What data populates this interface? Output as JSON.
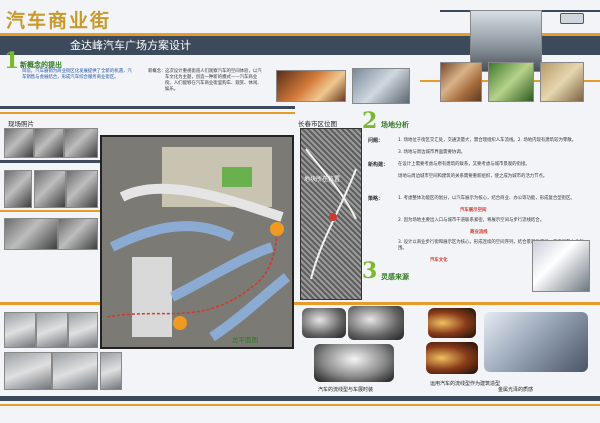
{
  "header": {
    "title": "汽车商业街",
    "subtitle": "金达峰汽车广场方案设计"
  },
  "section1": {
    "number": "1",
    "heading": "新概念的提出",
    "paragraph1": "目前，汽车展销为商业街区化发展提供了全新的机遇，汽车销售与会展结合，形成汽车综合服务商业街区。",
    "paragraph2_label": "新概念：",
    "paragraph2": "这次设计重视街道人们观察汽车的空间体验，以汽车文化为主题，创造一种新的模式——汽车商业街。人们能够在汽车商业街里购车、观赏、休闲、娱乐。"
  },
  "section2": {
    "number": "2",
    "heading": "场地分析",
    "problem_label": "问题：",
    "problem_text": "1. 场地位于街区交汇处，交通流量大，需合理组织人车流线。2. 场地内现有建筑较为零散。",
    "problem_text2": "3. 场地与周边城市界面需要协调。",
    "new_label": "新构建：",
    "new_text": "在设计上需要考虑与原有建筑的联系，又要考虑与城市景观的衔接。",
    "new_text2": "场地与周边城市空间和建筑的关系需要重新组织，使之成为城市的活力节点。",
    "strategy_label": "策略：",
    "strategy_1": "1. 考虑整体功能区的划分，以汽车展示为核心，结合商业、办公等功能，形成复合型街区。",
    "strategy_1_highlight": "汽车展示空间",
    "strategy_2": "2. 因为场地主要出入口与城市干道联系紧密，将展示空间与步行流线结合。",
    "strategy_2_highlight": "商业流线",
    "strategy_3": "3. 设计以商业步行街和展示区为核心，形成连续的空间序列，结合景观与广场，营造汽车文化氛围。",
    "strategy_3_highlight": "汽车文化"
  },
  "section3": {
    "number": "3",
    "heading": "灵感来源"
  },
  "labels": {
    "site_photos": "现场照片",
    "district_map": "长春市区位图",
    "location_marker": "地块所在位置",
    "master_plan": "总平面图",
    "caption_a": "汽车的流线型与车展时装",
    "caption_b": "运用汽车的流线型作为建筑造型",
    "caption_c": "金属光泽的质感"
  },
  "colors": {
    "title": "#c89a2a",
    "band_dark": "#3d4a5c",
    "band_orange": "#e59c2a",
    "accent_green": "#7ab82c",
    "accent_red": "#d2372c"
  }
}
